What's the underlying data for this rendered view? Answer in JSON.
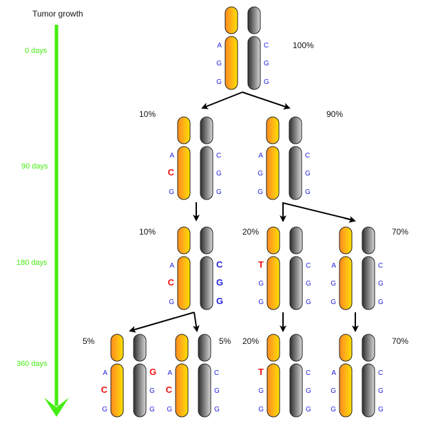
{
  "title": "Tumor growth",
  "colors": {
    "time_arrow": "#44ee11",
    "base_normal": "#2222dd",
    "mutation_red": "#ee1111",
    "mutation_blue": "#2222dd"
  },
  "timeline": [
    {
      "label": "0 days"
    },
    {
      "label": "90 days"
    },
    {
      "label": "180 days"
    },
    {
      "label": "360 days"
    }
  ],
  "percentages": [
    "100%",
    "10%",
    "90%",
    "10%",
    "20%",
    "70%",
    "5%",
    "5%",
    "20%",
    "70%"
  ],
  "cells": [
    {
      "left": [
        "A",
        "G",
        "G"
      ],
      "right": [
        "C",
        "G",
        "G"
      ],
      "mut_left": [],
      "mut_right": []
    },
    {
      "left": [
        "A",
        "C",
        "G"
      ],
      "right": [
        "C",
        "G",
        "G"
      ],
      "mut_left": [
        1
      ],
      "mut_right": []
    },
    {
      "left": [
        "A",
        "G",
        "G"
      ],
      "right": [
        "C",
        "G",
        "G"
      ],
      "mut_left": [],
      "mut_right": []
    },
    {
      "left": [
        "A",
        "C",
        "G"
      ],
      "right": [
        "C",
        "G",
        "G"
      ],
      "mut_left": [
        1
      ],
      "mut_right": [
        0,
        1,
        2
      ]
    },
    {
      "left": [
        "T",
        "G",
        "G"
      ],
      "right": [
        "C",
        "G",
        "G"
      ],
      "mut_left": [
        0
      ],
      "mut_right": []
    },
    {
      "left": [
        "A",
        "G",
        "G"
      ],
      "right": [
        "C",
        "G",
        "G"
      ],
      "mut_left": [],
      "mut_right": []
    },
    {
      "left": [
        "A",
        "C",
        "G"
      ],
      "right": [
        "G",
        "G",
        "G"
      ],
      "mut_left": [
        1
      ],
      "mut_right": [
        0
      ]
    },
    {
      "left": [
        "A",
        "C",
        "G"
      ],
      "right": [
        "C",
        "G",
        "G"
      ],
      "mut_left": [
        1
      ],
      "mut_right": []
    },
    {
      "left": [
        "T",
        "G",
        "G"
      ],
      "right": [
        "C",
        "G",
        "G"
      ],
      "mut_left": [
        0
      ],
      "mut_right": []
    },
    {
      "left": [
        "A",
        "G",
        "G"
      ],
      "right": [
        "C",
        "G",
        "G"
      ],
      "mut_left": [],
      "mut_right": []
    }
  ]
}
